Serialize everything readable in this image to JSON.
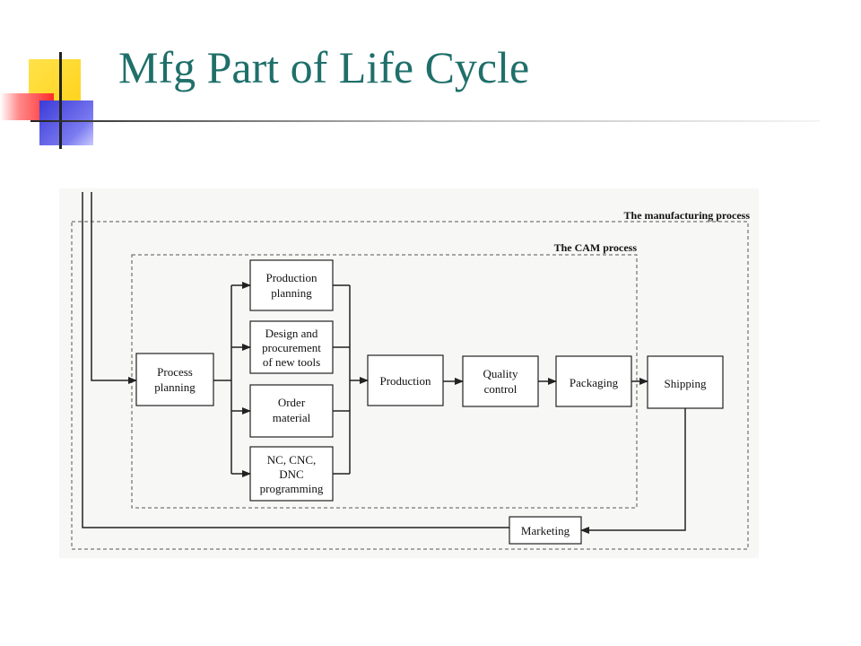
{
  "slide": {
    "title": "Mfg Part of Life Cycle"
  },
  "diagram": {
    "regions": {
      "manufacturing": "The manufacturing process",
      "cam": "The CAM process"
    },
    "boxes": {
      "process_planning": [
        "Process",
        "planning"
      ],
      "production_planning": [
        "Production",
        "planning"
      ],
      "design_procurement": [
        "Design and",
        "procurement",
        "of new tools"
      ],
      "order_material": [
        "Order",
        "material"
      ],
      "nc_programming": [
        "NC, CNC,",
        "DNC",
        "programming"
      ],
      "production": [
        "Production"
      ],
      "quality_control": [
        "Quality",
        "control"
      ],
      "packaging": [
        "Packaging"
      ],
      "shipping": [
        "Shipping"
      ],
      "marketing": [
        "Marketing"
      ]
    }
  }
}
